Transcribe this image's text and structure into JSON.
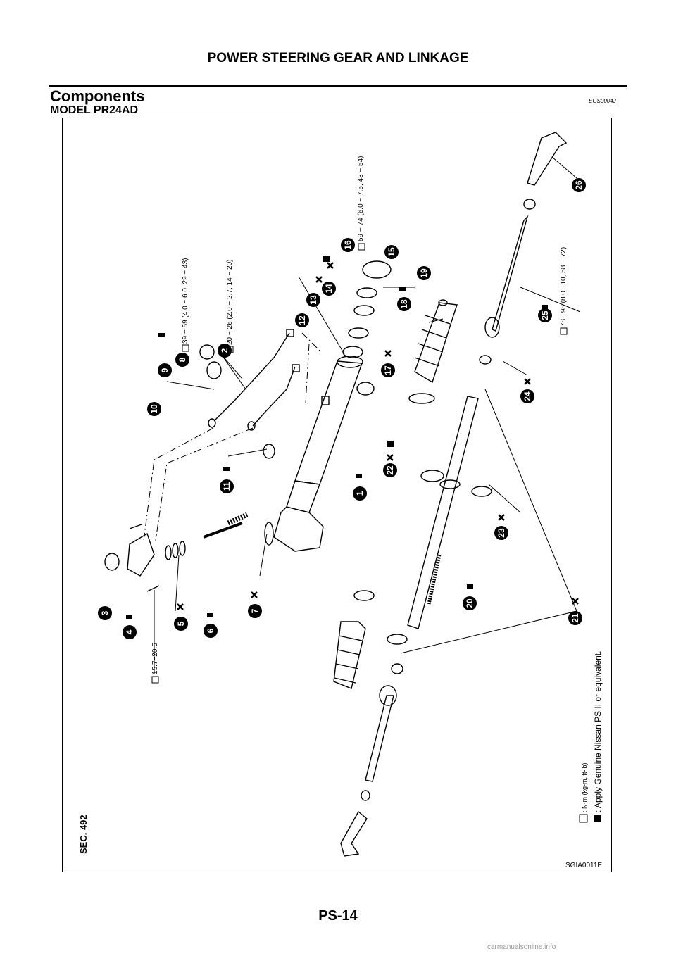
{
  "header": {
    "title": "POWER STEERING GEAR AND LINKAGE"
  },
  "section": {
    "title": "Components",
    "code": "EGS0004J",
    "subtitle": "MODEL PR24AD"
  },
  "figure": {
    "sec_label": "SEC. 492",
    "figure_id": "SGIA0011E",
    "torques": {
      "t16": "59 − 74 (6.0 − 7.5, 43 − 54)",
      "t8": "39 − 59 (4.0 − 6.0, 29 − 43)",
      "t2": "20 − 26 (2.0 − 2.7, 14 − 20)",
      "t25": "78 −98 (8.0 −10, 58 − 72)",
      "t4": "15.7−20.5"
    },
    "legend": {
      "unit": ": N·m  (kg-m,  ft-lb)",
      "fluid": ": Apply Genuine Nissan PS II or equivalent."
    },
    "callouts": [
      "1",
      "2",
      "3",
      "4",
      "5",
      "6",
      "7",
      "8",
      "9",
      "10",
      "11",
      "12",
      "13",
      "14",
      "15",
      "16",
      "17",
      "18",
      "19",
      "20",
      "21",
      "22",
      "23",
      "24",
      "25",
      "26"
    ]
  },
  "footer": {
    "page": "PS-14"
  },
  "watermark": "carmanualsonline.info"
}
